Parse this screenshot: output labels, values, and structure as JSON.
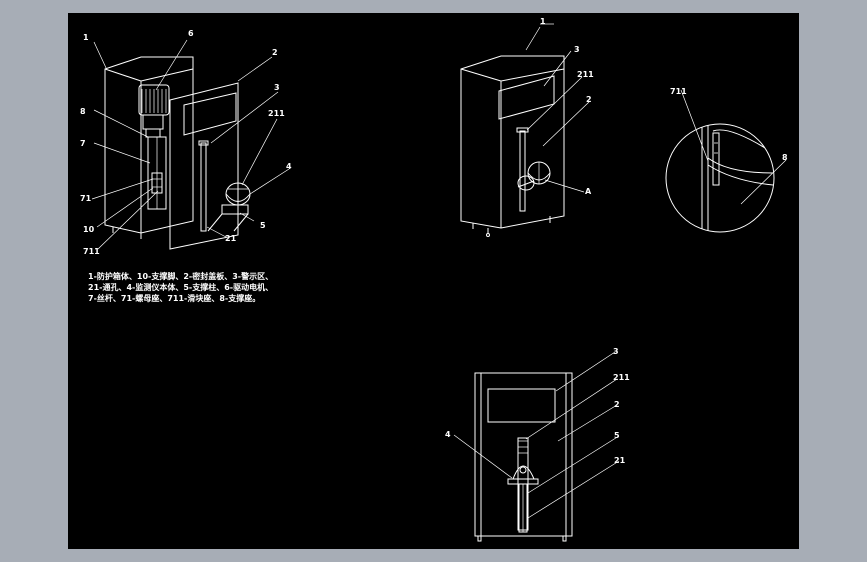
{
  "labels": {
    "v1": {
      "l1": "1",
      "l6": "6",
      "l2": "2",
      "l3": "3",
      "l211": "211",
      "l8": "8",
      "l7": "7",
      "l71": "71",
      "l4": "4",
      "l10": "10",
      "l5": "5",
      "l711": "711",
      "l21": "21"
    },
    "v2": {
      "l1": "1",
      "l3": "3",
      "l211": "211",
      "l2": "2",
      "lA": "A"
    },
    "v3": {
      "l711": "711",
      "l8": "8"
    },
    "v4": {
      "l3": "3",
      "l211": "211",
      "l2": "2",
      "l4": "4",
      "l5": "5",
      "l21": "21"
    }
  },
  "legend": {
    "line1": "1-防护箱体、10-支撑脚、2-密封盖板、3-警示区、",
    "line2": "21-通孔、4-监测仪本体、5-支撑柱、6-驱动电机、",
    "line3": "7-丝杆、71-螺母座、711-滑块座、8-支撑座。"
  }
}
